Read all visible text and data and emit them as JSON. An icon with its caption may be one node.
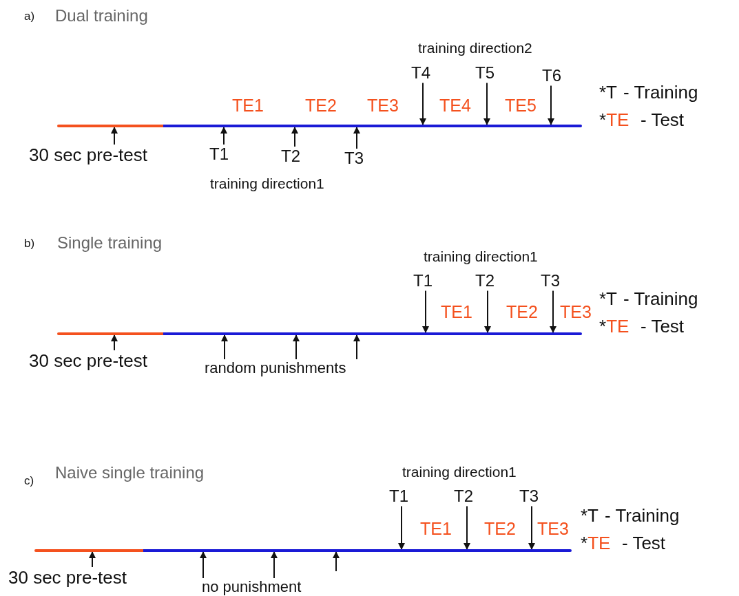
{
  "diagram": {
    "nodes": [
      {
        "text": [],
        "shape": "bar"
      },
      {
        "text": [
          "30 sec pre-test"
        ]
      },
      {
        "text": [
          "T1"
        ]
      },
      {
        "text": [
          "T2"
        ]
      },
      {
        "text": [
          "T3"
        ]
      },
      {
        "text": [
          "T4"
        ]
      },
      {
        "text": [
          "T5"
        ]
      },
      {
        "text": [
          "T6"
        ]
      },
      {
        "text": [],
        "shape": "bar"
      },
      {
        "text": [
          "30 sec pre-test"
        ]
      },
      {
        "text": [
          "random punishments"
        ]
      },
      {
        "text": [
          "T1"
        ]
      },
      {
        "text": [
          "T2"
        ]
      },
      {
        "text": [
          "T3"
        ]
      },
      {
        "text": [],
        "shape": "bar"
      },
      {
        "text": [
          "30 sec pre-test"
        ]
      },
      {
        "text": [
          "no punishment"
        ]
      },
      {
        "text": [
          "T1"
        ]
      },
      {
        "text": [
          "T2"
        ]
      },
      {
        "text": [
          "T3"
        ]
      }
    ],
    "edges": [
      {
        "from": 1,
        "to": 0,
        "arrow": "to"
      },
      {
        "from": 2,
        "to": 0,
        "arrow": "to"
      },
      {
        "from": 3,
        "to": 0,
        "arrow": "to"
      },
      {
        "from": 4,
        "to": 0,
        "arrow": "to"
      },
      {
        "from": 5,
        "to": 0,
        "arrow": "to"
      },
      {
        "from": 6,
        "to": 0,
        "arrow": "to"
      },
      {
        "from": 7,
        "to": 0,
        "arrow": "to"
      },
      {
        "from": 9,
        "to": 8,
        "arrow": "to"
      },
      {
        "from": 10,
        "to": 8,
        "arrow": "to"
      },
      {
        "from": 10,
        "to": 8,
        "arrow": "to"
      },
      {
        "from": 10,
        "to": 8,
        "arrow": "to"
      },
      {
        "from": 11,
        "to": 8,
        "arrow": "to"
      },
      {
        "from": 12,
        "to": 8,
        "arrow": "to"
      },
      {
        "from": 13,
        "to": 8,
        "arrow": "to"
      },
      {
        "from": 15,
        "to": 14,
        "arrow": "to"
      },
      {
        "from": 16,
        "to": 14,
        "arrow": "to"
      },
      {
        "from": 16,
        "to": 14,
        "arrow": "to"
      },
      {
        "from": null,
        "to": 14,
        "arrow": "to"
      },
      {
        "from": 17,
        "to": 14,
        "arrow": "to"
      },
      {
        "from": 18,
        "to": 14,
        "arrow": "to"
      },
      {
        "from": 19,
        "to": 14,
        "arrow": "to"
      }
    ],
    "labels": [
      "a)",
      "Dual training",
      "training direction2",
      "TE1",
      "TE2",
      "TE3",
      "TE4",
      "TE5",
      "*T",
      "- Training",
      "*TE",
      "- Test",
      "training direction1",
      "b)",
      "Single training",
      "training direction1",
      "TE1",
      "TE2",
      "TE3",
      "*T",
      "- Training",
      "*TE",
      "- Test",
      "c)",
      "Naive single training",
      "training direction1",
      "TE1",
      "TE2",
      "TE3",
      "*T",
      "- Training",
      "*TE",
      "- Test"
    ]
  }
}
